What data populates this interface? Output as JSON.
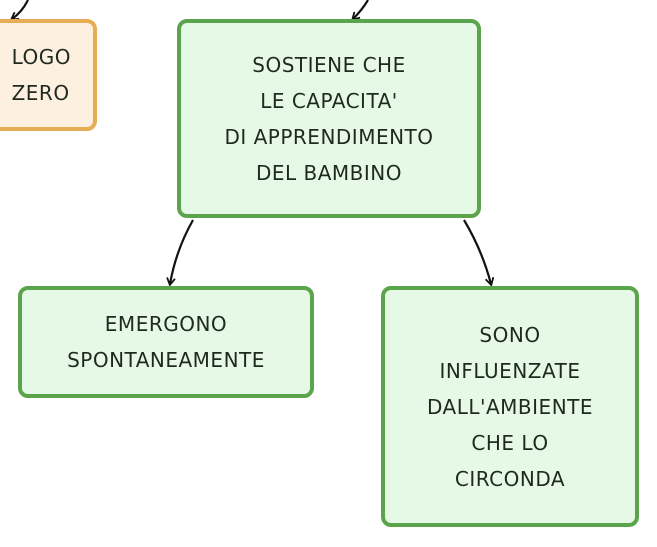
{
  "diagram": {
    "nodes": {
      "left_partial": {
        "lines": [
          "LOGO",
          "ZERO"
        ]
      },
      "main": {
        "lines": [
          "SOSTIENE CHE",
          "LE CAPACITA'",
          "DI APPRENDIMENTO",
          "DEL BAMBINO"
        ]
      },
      "emergono": {
        "lines": [
          "EMERGONO",
          "SPONTANEAMENTE"
        ]
      },
      "sono": {
        "lines": [
          "SONO",
          "INFLUENZATE",
          "DALL'AMBIENTE",
          "CHE LO",
          "CIRCONDA"
        ]
      }
    },
    "colors": {
      "green_fill": "#e6f9e6",
      "green_border": "#5aa54b",
      "orange_fill": "#fdf0e1",
      "orange_border": "#e6ad55",
      "arrow": "#111111"
    }
  }
}
